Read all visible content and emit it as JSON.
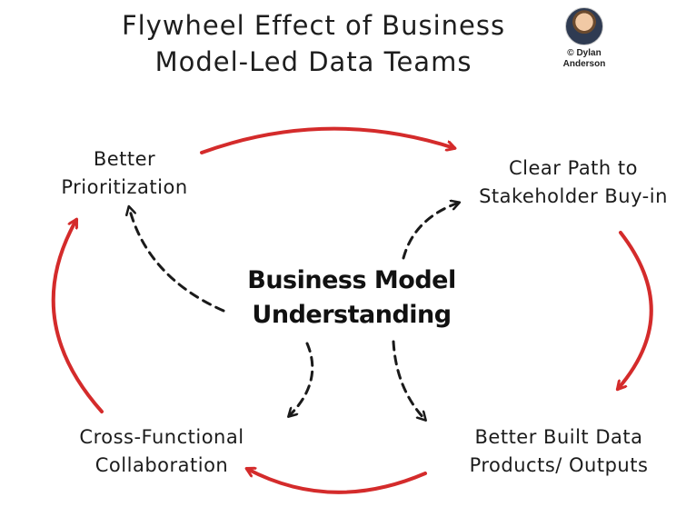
{
  "title": {
    "line1": "Flywheel Effect of Business",
    "line2": "Model-Led Data Teams"
  },
  "author": {
    "copyright": "© Dylan",
    "name": "Anderson"
  },
  "center": {
    "line1": "Business Model",
    "line2": "Understanding"
  },
  "nodes": {
    "prioritization": {
      "line1": "Better",
      "line2": "Prioritization"
    },
    "buy_in": {
      "line1": "Clear Path to",
      "line2": "Stakeholder Buy-in"
    },
    "data_products": {
      "line1": "Better Built Data",
      "line2": "Products/ Outputs"
    },
    "collaboration": {
      "line1": "Cross-Functional",
      "line2": "Collaboration"
    }
  },
  "colors": {
    "cycle_arrow": "#d42b2b",
    "dashed_arrow": "#1a1a1a"
  }
}
